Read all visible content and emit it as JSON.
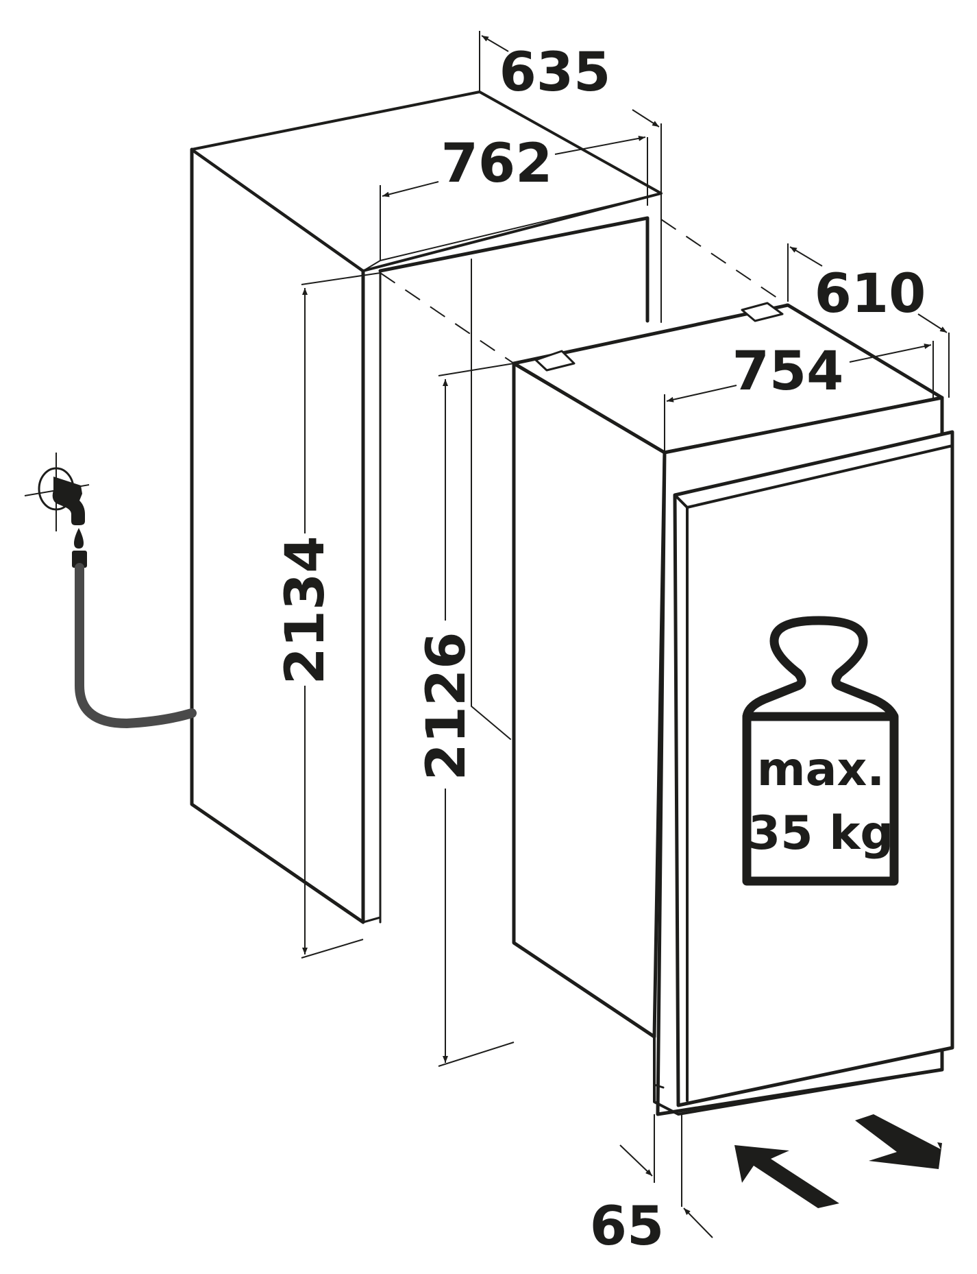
{
  "diagram": {
    "type": "installation-dimensions",
    "subject": "built-in appliance and niche",
    "units": "mm",
    "colors": {
      "line": "#1d1d1b",
      "hose": "#4a4a4a",
      "background": "#ffffff"
    },
    "niche": {
      "depth_label": "635",
      "width_label": "762",
      "height_label": "2134"
    },
    "appliance": {
      "depth_label": "610",
      "width_label": "754",
      "height_label": "2126",
      "door_offset_label": "65"
    },
    "weight_badge": {
      "icon": "weight-icon",
      "line1": "max.",
      "line2": "35 kg"
    },
    "water_connection": {
      "icon": "water-tap-icon",
      "hose_icon": "water-hose-icon"
    },
    "motion_arrows": {
      "push_icon": "arrow-push-in-icon",
      "pull_icon": "arrow-pull-out-icon"
    }
  }
}
